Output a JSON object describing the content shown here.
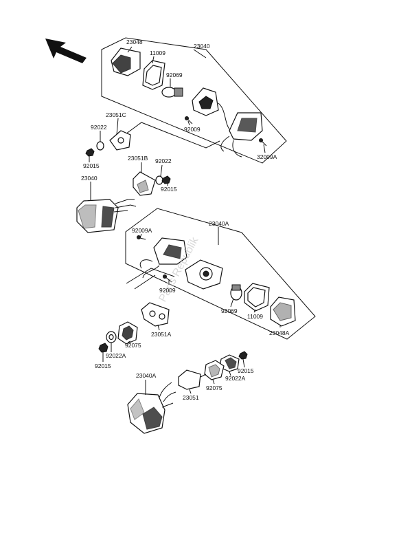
{
  "watermark": "Parts Republik",
  "labels": {
    "l_23048": "23048",
    "l_11009a": "11009",
    "l_23040a_top": "23040",
    "l_92069a": "92069",
    "l_23051c": "23051C",
    "l_92022a": "92022",
    "l_92009a": "92009",
    "l_92015a": "92015",
    "l_32009a": "32009A",
    "l_23051b": "23051B",
    "l_92022b": "92022",
    "l_92015b": "92015",
    "l_23040b": "23040",
    "l_92009A_mid": "92009A",
    "l_23040A_mid": "23040A",
    "l_92009b": "92009",
    "l_92069b": "92069",
    "l_11009b": "11009",
    "l_23048A": "23048A",
    "l_92075a": "92075",
    "l_23051A": "23051A",
    "l_92022A_left": "92022A",
    "l_92015c": "92015",
    "l_92015d": "92015",
    "l_92022A_right": "92022A",
    "l_92075b": "92075",
    "l_23040A_bot": "23040A",
    "l_23051": "23051"
  }
}
